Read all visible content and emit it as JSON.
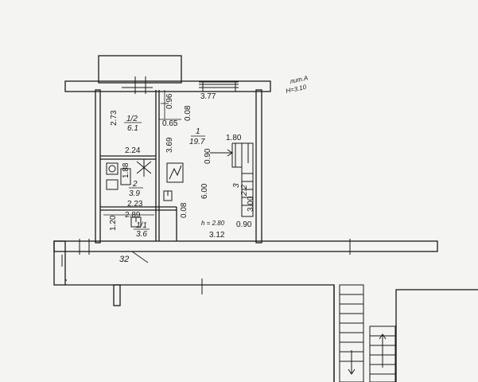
{
  "header": {
    "litera": "лит.А",
    "height_note": "Н=3.10"
  },
  "rooms": [
    {
      "id": "1",
      "fraction": "1",
      "area": "19.7"
    },
    {
      "id": "2",
      "fraction": "2",
      "area": "3.9"
    },
    {
      "id": "3",
      "fraction": "3",
      "area": "2.2"
    },
    {
      "id": "1/1",
      "fraction": "1/1",
      "area": "3.6"
    },
    {
      "id": "1/2",
      "fraction": "1/2",
      "area": "6.1"
    }
  ],
  "dimensions": {
    "top_width": "3.77",
    "left_height": "2.73",
    "d096": "0.96",
    "d008_top": "0.08",
    "d065": "0.65",
    "width_224": "2.24",
    "height_369": "3.69",
    "d180": "1.80",
    "d090_left": "0.90",
    "d188": "1.88",
    "height_600": "6.00",
    "d223": "2.23",
    "d289": "2.89",
    "d008_bottom": "0.08",
    "d120": "1.20",
    "bottom_width": "3.12",
    "d300": "3.00",
    "d090_bottom": "0.90"
  },
  "ceiling_height": "h = 2.80",
  "section_mark": "32"
}
